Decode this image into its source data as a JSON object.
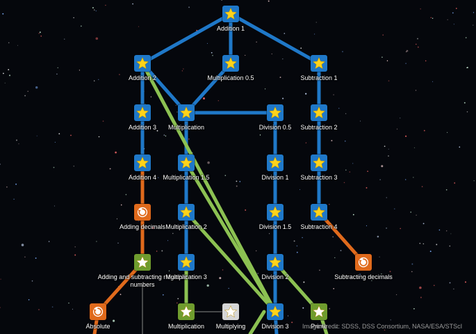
{
  "colors": {
    "mastered_tile": "#1f78c8",
    "proficient_tile": "#6f9c2e",
    "review_tile": "#e06a1c",
    "unstarted_tile": "#d6d6d6",
    "edge_blue": "#1f78c8",
    "edge_orange": "#e06a1c",
    "edge_green": "#8cc152",
    "edge_gray": "#888888",
    "star_gold": "#ffd31a",
    "star_white": "#ffffff"
  },
  "nodes": [
    {
      "id": "addition_1",
      "label": "Addition 1",
      "status": "mastered",
      "icon": "star-icon"
    },
    {
      "id": "addition_2",
      "label": "Addition 2",
      "status": "mastered",
      "icon": "star-icon"
    },
    {
      "id": "multiplication_0_5",
      "label": "Multiplication 0.5",
      "status": "mastered",
      "icon": "star-icon"
    },
    {
      "id": "subtraction_1",
      "label": "Subtraction 1",
      "status": "mastered",
      "icon": "star-icon"
    },
    {
      "id": "addition_3",
      "label": "Addition 3",
      "status": "mastered",
      "icon": "star-icon"
    },
    {
      "id": "multiplication",
      "label": "Multiplication",
      "status": "mastered",
      "icon": "star-icon"
    },
    {
      "id": "division_0_5",
      "label": "Division 0.5",
      "status": "mastered",
      "icon": "star-icon"
    },
    {
      "id": "subtraction_2",
      "label": "Subtraction 2",
      "status": "mastered",
      "icon": "star-icon"
    },
    {
      "id": "addition_4",
      "label": "Addition 4",
      "status": "mastered",
      "icon": "star-icon"
    },
    {
      "id": "multiplication_1_5",
      "label": "Multiplication 1.5",
      "status": "mastered",
      "icon": "star-icon"
    },
    {
      "id": "division_1",
      "label": "Division 1",
      "status": "mastered",
      "icon": "star-icon"
    },
    {
      "id": "subtraction_3",
      "label": "Subtraction 3",
      "status": "mastered",
      "icon": "star-icon"
    },
    {
      "id": "adding_decimals",
      "label": "Adding decimals",
      "status": "review",
      "icon": "refresh-icon"
    },
    {
      "id": "multiplication_2",
      "label": "Multiplication 2",
      "status": "mastered",
      "icon": "star-icon"
    },
    {
      "id": "division_1_5",
      "label": "Division 1.5",
      "status": "mastered",
      "icon": "star-icon"
    },
    {
      "id": "subtraction_4",
      "label": "Subtraction 4",
      "status": "mastered",
      "icon": "star-icon"
    },
    {
      "id": "adding_subtracting_negative",
      "label": "Adding and subtracting negative numbers",
      "status": "proficient",
      "icon": "star-icon"
    },
    {
      "id": "multiplication_3",
      "label": "Multiplication 3",
      "status": "mastered",
      "icon": "star-icon"
    },
    {
      "id": "division_2",
      "label": "Division 2",
      "status": "mastered",
      "icon": "star-icon"
    },
    {
      "id": "subtracting_decimals",
      "label": "Subtracting decimals",
      "status": "review",
      "icon": "refresh-icon"
    },
    {
      "id": "absolute_value",
      "label": "Absolute",
      "status": "review",
      "icon": "refresh-icon"
    },
    {
      "id": "multiplication_4",
      "label": "Multiplication",
      "status": "proficient",
      "icon": "star-icon"
    },
    {
      "id": "multiplying",
      "label": "Multiplying",
      "status": "unstarted",
      "icon": "star-icon"
    },
    {
      "id": "division_3",
      "label": "Division 3",
      "status": "mastered",
      "icon": "star-icon"
    },
    {
      "id": "prime",
      "label": "Prime",
      "status": "proficient",
      "icon": "star-icon"
    }
  ],
  "edges": [
    {
      "from": "addition_1",
      "to": "addition_2",
      "kind": "blue"
    },
    {
      "from": "addition_1",
      "to": "multiplication_0_5",
      "kind": "blue"
    },
    {
      "from": "addition_1",
      "to": "subtraction_1",
      "kind": "blue"
    },
    {
      "from": "addition_2",
      "to": "addition_3",
      "kind": "blue"
    },
    {
      "from": "addition_2",
      "to": "multiplication",
      "kind": "blue"
    },
    {
      "from": "multiplication_0_5",
      "to": "multiplication",
      "kind": "blue"
    },
    {
      "from": "multiplication",
      "to": "division_0_5",
      "kind": "blue"
    },
    {
      "from": "subtraction_1",
      "to": "subtraction_2",
      "kind": "blue"
    },
    {
      "from": "addition_3",
      "to": "addition_4",
      "kind": "blue"
    },
    {
      "from": "multiplication",
      "to": "multiplication_1_5",
      "kind": "blue"
    },
    {
      "from": "division_0_5",
      "to": "division_1",
      "kind": "blue"
    },
    {
      "from": "subtraction_2",
      "to": "subtraction_3",
      "kind": "blue"
    },
    {
      "from": "addition_4",
      "to": "adding_decimals",
      "kind": "orange"
    },
    {
      "from": "multiplication_1_5",
      "to": "multiplication_2",
      "kind": "blue"
    },
    {
      "from": "division_1",
      "to": "division_1_5",
      "kind": "blue"
    },
    {
      "from": "subtraction_3",
      "to": "subtraction_4",
      "kind": "blue"
    },
    {
      "from": "adding_decimals",
      "to": "adding_subtracting_negative",
      "kind": "orange"
    },
    {
      "from": "multiplication_2",
      "to": "multiplication_3",
      "kind": "blue"
    },
    {
      "from": "division_1_5",
      "to": "division_2",
      "kind": "blue"
    },
    {
      "from": "subtraction_4",
      "to": "subtracting_decimals",
      "kind": "orange"
    },
    {
      "from": "adding_subtracting_negative",
      "to": "absolute_value",
      "kind": "orange"
    },
    {
      "from": "multiplication_3",
      "to": "multiplication_4",
      "kind": "green"
    },
    {
      "from": "division_2",
      "to": "division_3",
      "kind": "blue"
    },
    {
      "from": "division_2",
      "to": "prime",
      "kind": "green"
    },
    {
      "from": "multiplication_4",
      "to": "multiplying",
      "kind": "gray"
    },
    {
      "from": "addition_2",
      "to": "division_3",
      "kind": "green"
    },
    {
      "from": "multiplication_1_5",
      "to": "division_3",
      "kind": "green"
    },
    {
      "from": "multiplication_2",
      "to": "division_3",
      "kind": "green"
    }
  ],
  "credit": "Image Credit: SDSS, DSS Consortium, NASA/ESA/STScI"
}
